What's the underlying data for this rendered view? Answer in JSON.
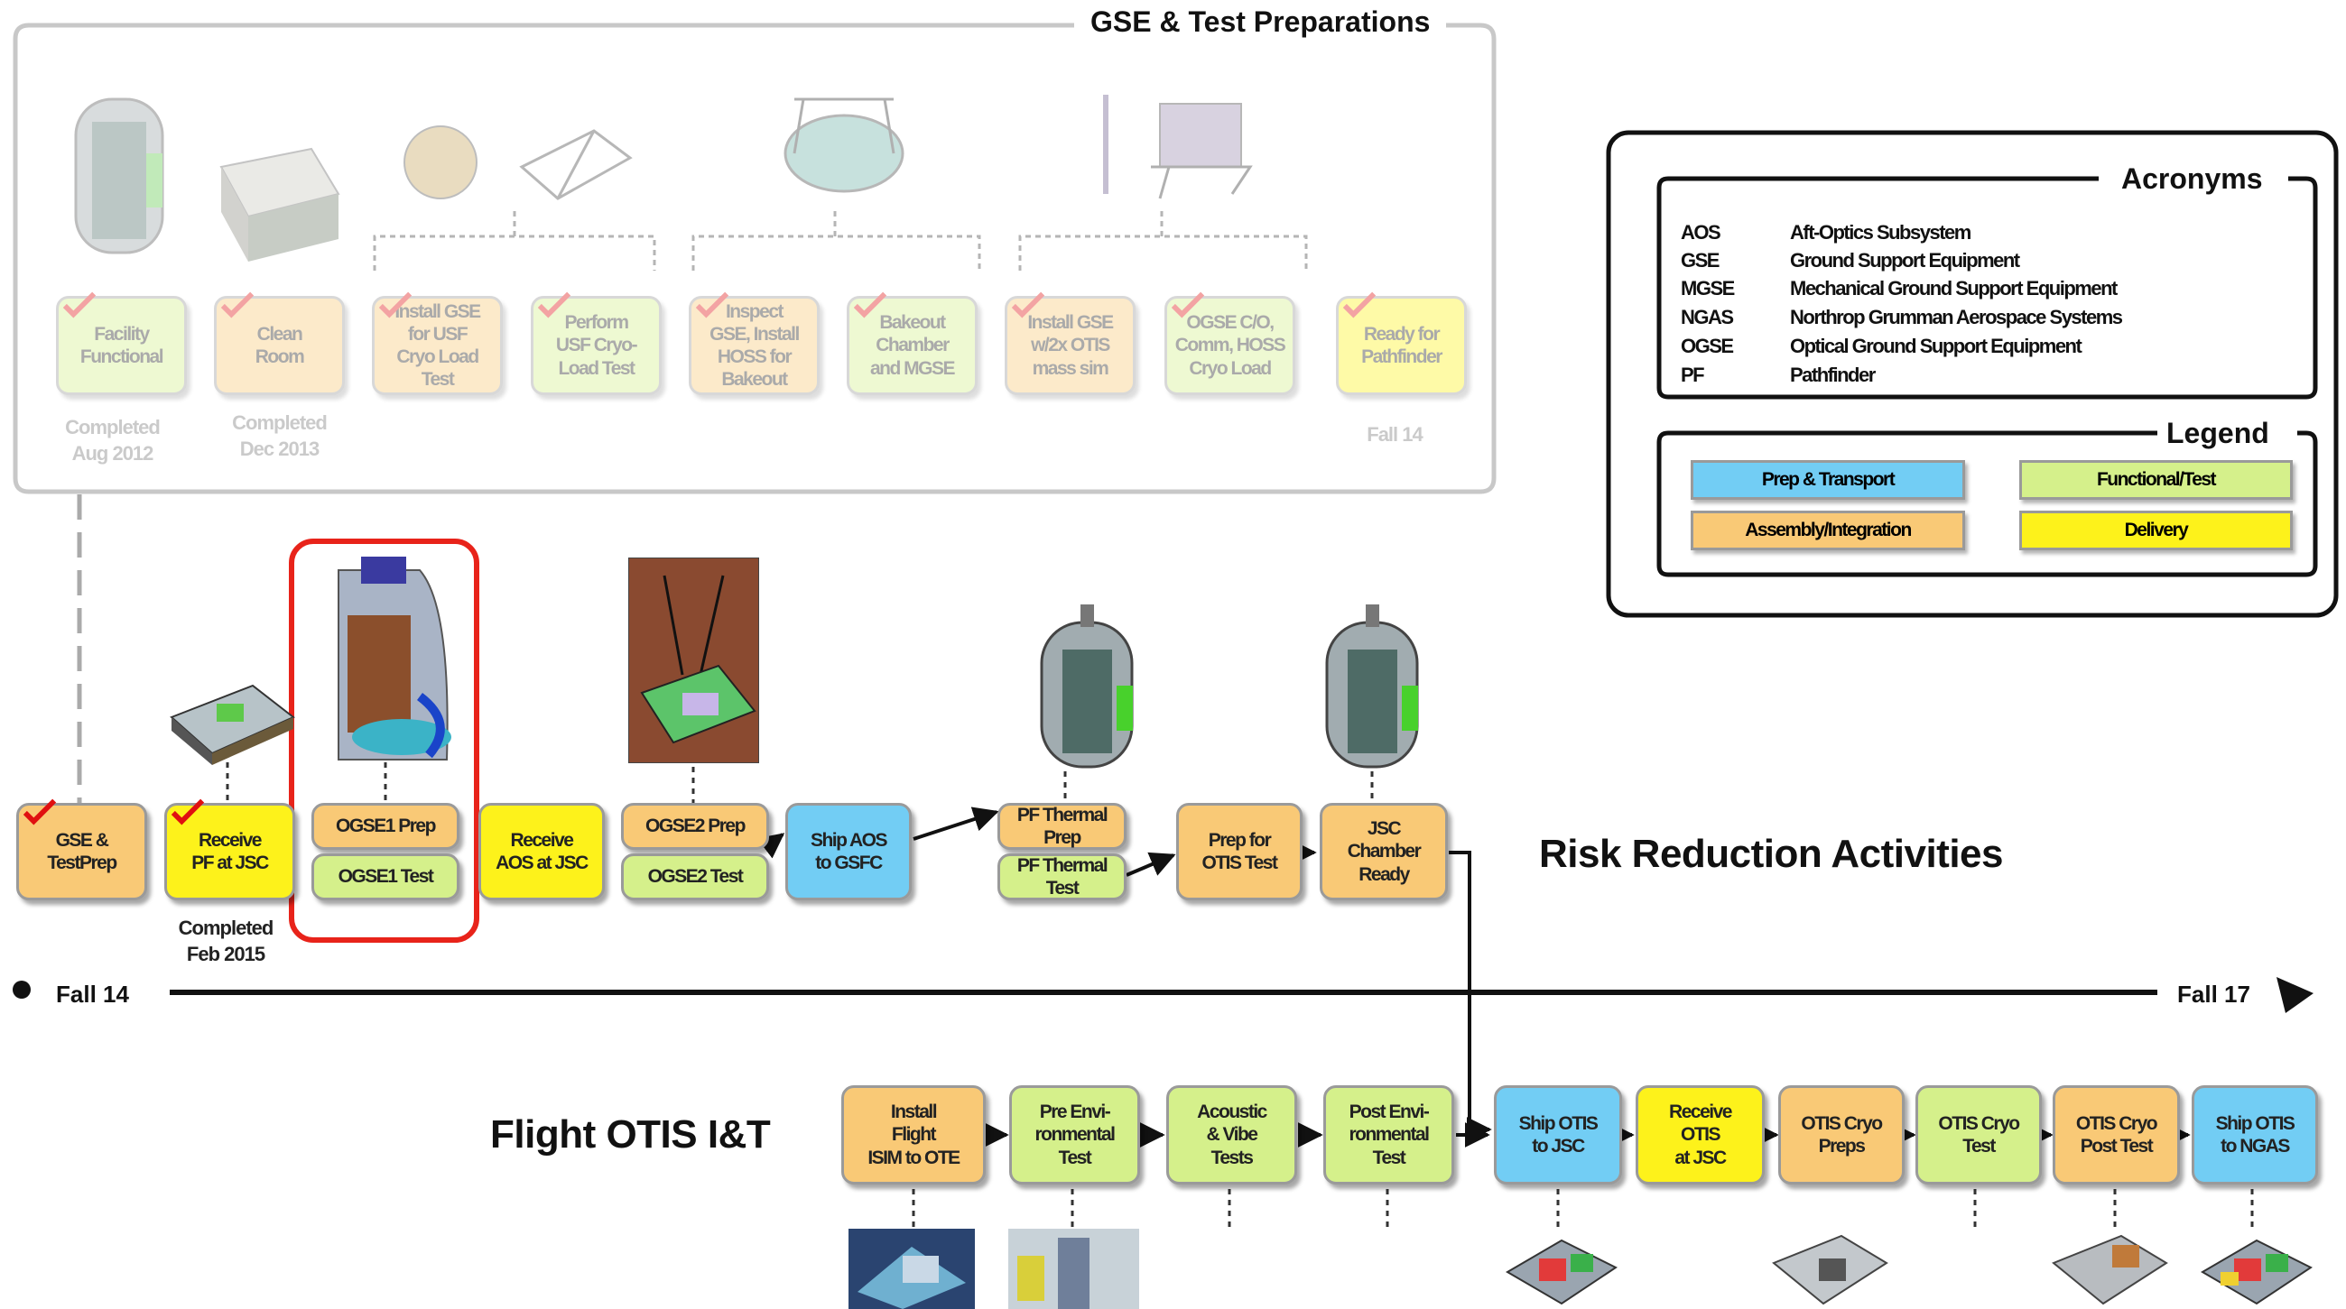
{
  "gse_section": {
    "title": "GSE & Test Preparations",
    "boxes": [
      {
        "label": "Facility\nFunctional",
        "color": "green",
        "checked": true
      },
      {
        "label": "Clean\nRoom",
        "color": "orange",
        "checked": false
      },
      {
        "label": "Install GSE\nfor USF\nCryo Load\nTest",
        "color": "orange",
        "checked": true
      },
      {
        "label": "Perform\nUSF Cryo-\nLoad Test",
        "color": "green",
        "checked": true
      },
      {
        "label": "Inspect\nGSE, Install\nHOSS for\nBakeout",
        "color": "orange",
        "checked": true
      },
      {
        "label": "Bakeout\nChamber\nand MGSE",
        "color": "green",
        "checked": true
      },
      {
        "label": "Install GSE\nw/2x OTIS\nmass sim",
        "color": "orange",
        "checked": true
      },
      {
        "label": "OGSE C/O,\nComm, HOSS\nCryo Load",
        "color": "green",
        "checked": true
      },
      {
        "label": "Ready for\nPathfinder",
        "color": "yellow",
        "checked": true
      }
    ],
    "captions": [
      "Completed\nAug 2012",
      "Completed\nDec 2013",
      "Fall 14"
    ]
  },
  "acronyms": {
    "title": "Acronyms",
    "items": [
      {
        "abbr": "AOS",
        "desc": "Aft-Optics Subsystem"
      },
      {
        "abbr": "GSE",
        "desc": "Ground Support Equipment"
      },
      {
        "abbr": "MGSE",
        "desc": "Mechanical Ground Support Equipment"
      },
      {
        "abbr": "NGAS",
        "desc": "Northrop Grumman Aerospace Systems"
      },
      {
        "abbr": "OGSE",
        "desc": "Optical Ground Support Equipment"
      },
      {
        "abbr": "PF",
        "desc": "Pathfinder"
      }
    ]
  },
  "legend": {
    "title": "Legend",
    "items": [
      {
        "label": "Prep & Transport",
        "color": "#72cdf4"
      },
      {
        "label": "Functional/Test",
        "color": "#d5f08b"
      },
      {
        "label": "Assembly/Integration",
        "color": "#f9c976"
      },
      {
        "label": "Delivery",
        "color": "#fdf21b"
      }
    ]
  },
  "risk_section": {
    "title": "Risk Reduction Activities",
    "boxes": [
      {
        "label": "GSE &\nTestPrep",
        "color": "orange",
        "checked": true
      },
      {
        "label": "Receive\nPF at JSC",
        "color": "yellow",
        "checked": true
      },
      {
        "label": "OGSE1 Prep",
        "color": "orange",
        "checked": false
      },
      {
        "label": "OGSE1 Test",
        "color": "green",
        "checked": false
      },
      {
        "label": "Receive\nAOS at JSC",
        "color": "yellow",
        "checked": false
      },
      {
        "label": "OGSE2 Prep",
        "color": "orange",
        "checked": false
      },
      {
        "label": "OGSE2 Test",
        "color": "green",
        "checked": false
      },
      {
        "label": "Ship AOS\nto GSFC",
        "color": "blue",
        "checked": false
      },
      {
        "label": "PF Thermal\nPrep",
        "color": "orange",
        "checked": false
      },
      {
        "label": "PF Thermal\nTest",
        "color": "green",
        "checked": false
      },
      {
        "label": "Prep for\nOTIS Test",
        "color": "orange",
        "checked": false
      },
      {
        "label": "JSC\nChamber\nReady",
        "color": "orange",
        "checked": false
      }
    ],
    "caption": "Completed\nFeb 2015"
  },
  "timeline": {
    "start": "Fall 14",
    "end": "Fall 17"
  },
  "flight_section": {
    "title": "Flight OTIS I&T",
    "boxes": [
      {
        "label": "Install\nFlight\nISIM to OTE",
        "color": "orange"
      },
      {
        "label": "Pre Envi-\nronmental\nTest",
        "color": "green"
      },
      {
        "label": "Acoustic\n& Vibe\nTests",
        "color": "green"
      },
      {
        "label": "Post Envi-\nronmental\nTest",
        "color": "green"
      },
      {
        "label": "Ship OTIS\nto JSC",
        "color": "blue"
      },
      {
        "label": "Receive\nOTIS\nat JSC",
        "color": "yellow"
      },
      {
        "label": "OTIS Cryo\nPreps",
        "color": "orange"
      },
      {
        "label": "OTIS Cryo\nTest",
        "color": "green"
      },
      {
        "label": "OTIS Cryo\nPost Test",
        "color": "orange"
      },
      {
        "label": "Ship OTIS\nto NGAS",
        "color": "blue"
      }
    ]
  }
}
